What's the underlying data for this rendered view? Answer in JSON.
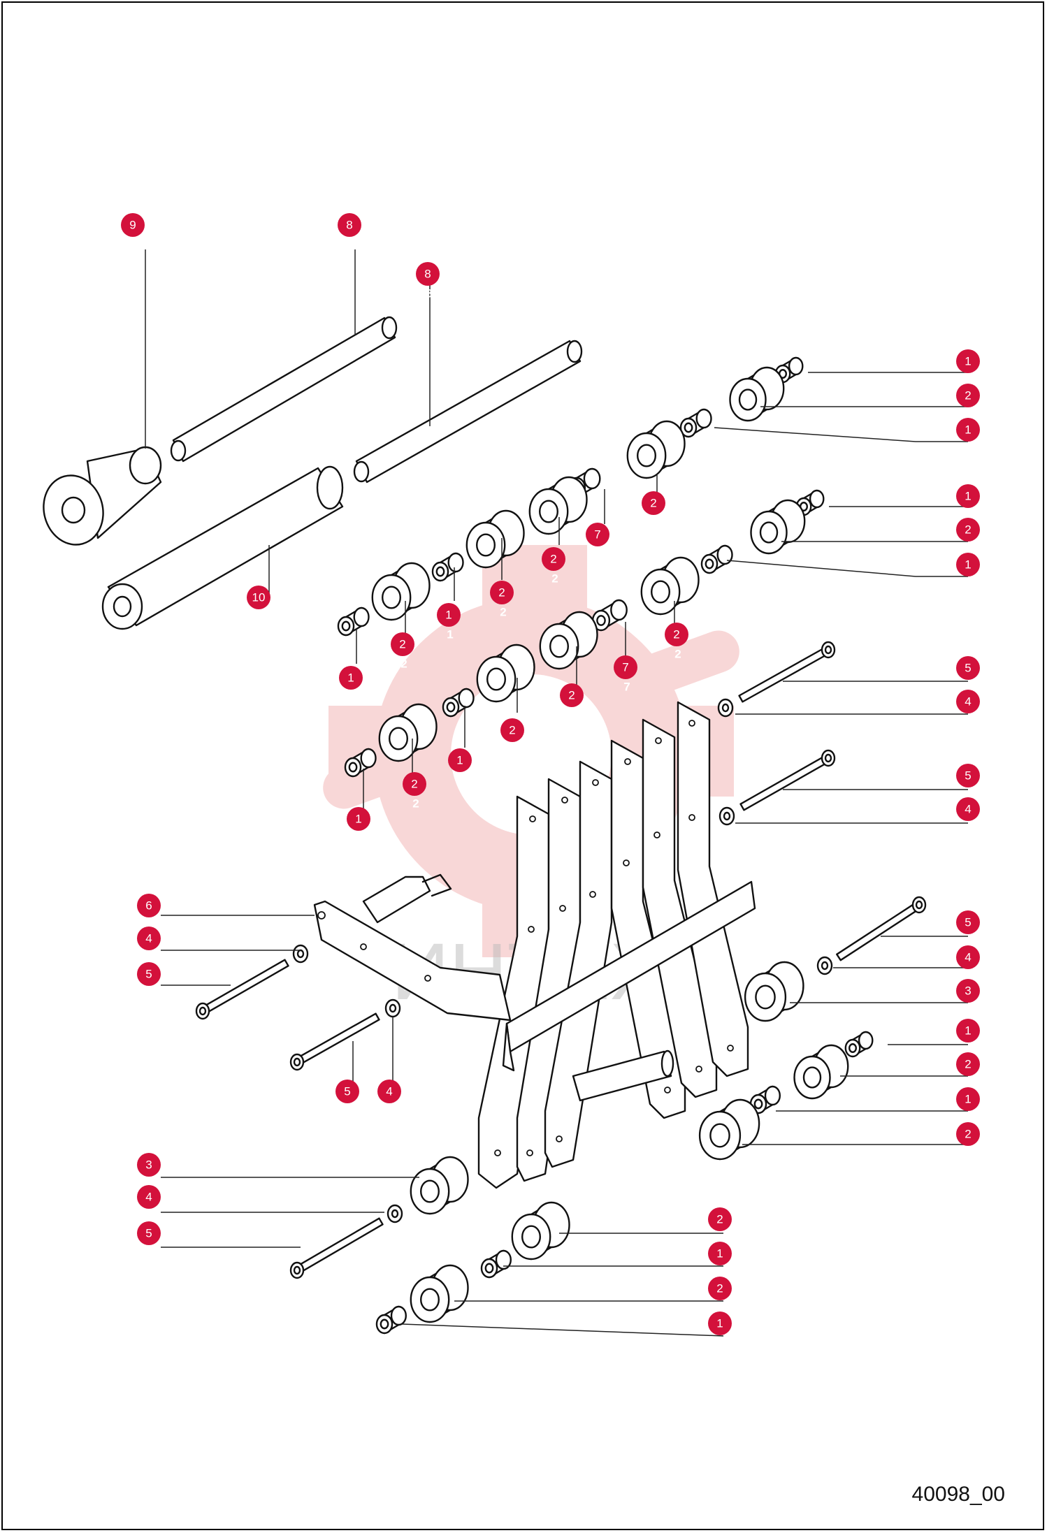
{
  "drawing_number": "40098_00",
  "watermark_text": "ИНТЕХ",
  "colors": {
    "callout": "#d3113b",
    "watermark": "#f4b8b8",
    "line": "#111111"
  },
  "callouts": [
    {
      "n": "9"
    },
    {
      "n": "8"
    },
    {
      "n": "8"
    },
    {
      "n": "10"
    },
    {
      "n": "1"
    },
    {
      "n": "2"
    },
    {
      "n": "1"
    },
    {
      "n": "2"
    },
    {
      "n": "7"
    },
    {
      "n": "2"
    },
    {
      "n": "2"
    },
    {
      "n": "1"
    },
    {
      "n": "2"
    },
    {
      "n": "1"
    },
    {
      "n": "1"
    },
    {
      "n": "2"
    },
    {
      "n": "1"
    },
    {
      "n": "2"
    },
    {
      "n": "7"
    },
    {
      "n": "2"
    },
    {
      "n": "2"
    },
    {
      "n": "1"
    },
    {
      "n": "2"
    },
    {
      "n": "1"
    },
    {
      "n": "5"
    },
    {
      "n": "4"
    },
    {
      "n": "5"
    },
    {
      "n": "4"
    },
    {
      "n": "6"
    },
    {
      "n": "4"
    },
    {
      "n": "5"
    },
    {
      "n": "5"
    },
    {
      "n": "4"
    },
    {
      "n": "5"
    },
    {
      "n": "4"
    },
    {
      "n": "3"
    },
    {
      "n": "1"
    },
    {
      "n": "2"
    },
    {
      "n": "1"
    },
    {
      "n": "2"
    },
    {
      "n": "3"
    },
    {
      "n": "4"
    },
    {
      "n": "5"
    },
    {
      "n": "2"
    },
    {
      "n": "1"
    },
    {
      "n": "2"
    },
    {
      "n": "1"
    }
  ]
}
